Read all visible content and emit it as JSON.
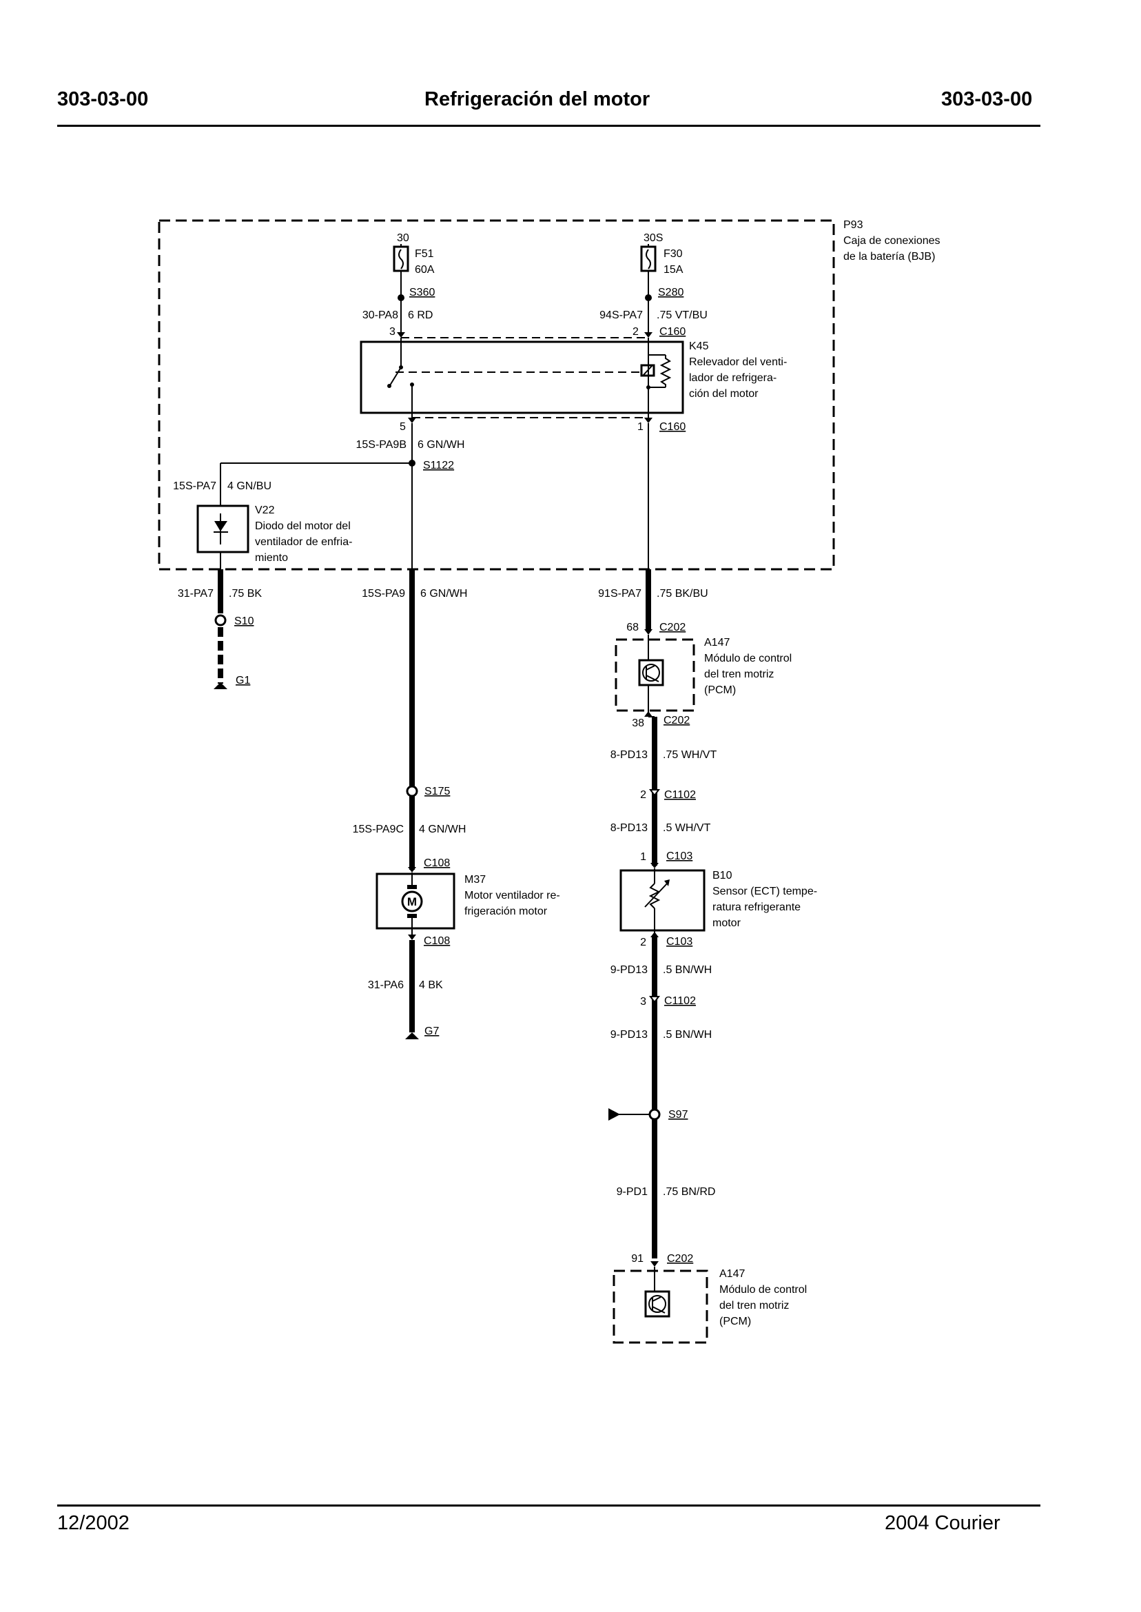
{
  "header": {
    "left_code": "303-03-00",
    "title": "Refrigeración del motor",
    "right_code": "303-03-00"
  },
  "footer": {
    "date": "12/2002",
    "model": "2004 Courier"
  },
  "diagram": {
    "bjb": {
      "id": "P93",
      "desc1": "Caja de conexiones",
      "desc2": "de la batería (BJB)"
    },
    "f51": {
      "terminal": "30",
      "id": "F51",
      "rating": "60A"
    },
    "f30": {
      "terminal": "30S",
      "id": "F30",
      "rating": "15A"
    },
    "s360": "S360",
    "s280": "S280",
    "w_30pa8": {
      "circuit": "30-PA8",
      "gauge": "6 RD"
    },
    "w_94spa7": {
      "circuit": "94S-PA7",
      "gauge": ".75 VT/BU"
    },
    "k45": {
      "id": "K45",
      "desc1": "Relevador del venti-",
      "desc2": "lador de refrigera-",
      "desc3": "ción del motor",
      "pin3": "3",
      "pin2": "2",
      "pin5": "5",
      "pin1": "1",
      "conn_top": "C160",
      "conn_bot": "C160"
    },
    "w_15spa9b": {
      "circuit": "15S-PA9B",
      "gauge": "6 GN/WH"
    },
    "s1122": "S1122",
    "w_15spa7": {
      "circuit": "15S-PA7",
      "gauge": "4 GN/BU"
    },
    "v22": {
      "id": "V22",
      "desc1": "Diodo del motor del",
      "desc2": "ventilador de enfria-",
      "desc3": "miento"
    },
    "w_31pa7": {
      "circuit": "31-PA7",
      "gauge": ".75 BK"
    },
    "s10": "S10",
    "g1": "G1",
    "w_15spa9": {
      "circuit": "15S-PA9",
      "gauge": "6 GN/WH"
    },
    "s175": "S175",
    "w_15spa9c": {
      "circuit": "15S-PA9C",
      "gauge": "4 GN/WH"
    },
    "m37": {
      "id": "M37",
      "desc1": "Motor ventilador re-",
      "desc2": "frigeración motor",
      "conn_top": "C108",
      "conn_bot": "C108",
      "symbol": "M"
    },
    "w_31pa6": {
      "circuit": "31-PA6",
      "gauge": "4 BK"
    },
    "g7": "G7",
    "w_91spa7": {
      "circuit": "91S-PA7",
      "gauge": ".75 BK/BU"
    },
    "pcm1": {
      "id": "A147",
      "desc1": "Módulo de control",
      "desc2": "del tren motriz",
      "desc3": "(PCM)",
      "pin_top": "68",
      "conn_top": "C202",
      "pin_bot": "38",
      "conn_bot": "C202"
    },
    "w_8pd13a": {
      "circuit": "8-PD13",
      "gauge": ".75 WH/VT"
    },
    "c1102a": {
      "pin": "2",
      "conn": "C1102"
    },
    "w_8pd13b": {
      "circuit": "8-PD13",
      "gauge": ".5 WH/VT"
    },
    "b10": {
      "id": "B10",
      "desc1": "Sensor (ECT) tempe-",
      "desc2": "ratura refrigerante",
      "desc3": "motor",
      "pin_top": "1",
      "conn_top": "C103",
      "pin_bot": "2",
      "conn_bot": "C103"
    },
    "w_9pd13a": {
      "circuit": "9-PD13",
      "gauge": ".5 BN/WH"
    },
    "c1102b": {
      "pin": "3",
      "conn": "C1102"
    },
    "w_9pd13b": {
      "circuit": "9-PD13",
      "gauge": ".5 BN/WH"
    },
    "s97": "S97",
    "w_9pd1": {
      "circuit": "9-PD1",
      "gauge": ".75 BN/RD"
    },
    "pcm2": {
      "id": "A147",
      "desc1": "Módulo de control",
      "desc2": "del tren motriz",
      "desc3": "(PCM)",
      "pin_top": "91",
      "conn_top": "C202"
    }
  }
}
